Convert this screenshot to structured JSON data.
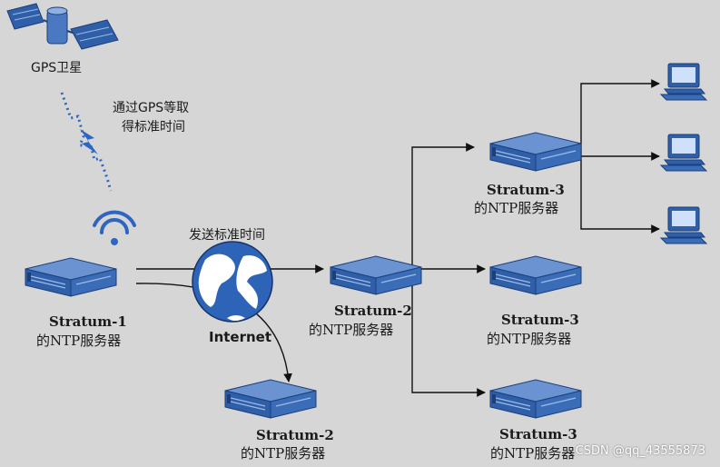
{
  "labels": {
    "gps_satellite": "GPS卫星",
    "gps_note_line1": "通过GPS等取",
    "gps_note_line2": "得标准时间",
    "send_time": "发送标准时间",
    "internet": "Internet",
    "stratum1_line1": "Stratum-1",
    "stratum1_line2": "的NTP服务器",
    "stratum2_mid_line1": "Stratum-2",
    "stratum2_mid_line2": "的NTP服务器",
    "stratum2_bottom_line1": "Stratum-2",
    "stratum2_bottom_line2": "的NTP服务器",
    "stratum3_top_line1": "Stratum-3",
    "stratum3_top_line2": "的NTP服务器",
    "stratum3_mid_line1": "Stratum-3",
    "stratum3_mid_line2": "的NTP服务器",
    "stratum3_bottom_line1": "Stratum-3",
    "stratum3_bottom_line2": "的NTP服务器"
  },
  "watermark": "CSDN @qq_43555873",
  "colors": {
    "background": "#d6d6d6",
    "server_top": "#5a86c9",
    "server_front": "#2f5fa8",
    "globe": "#2e64b8",
    "line": "#111111"
  },
  "icons": [
    "satellite-icon",
    "lightning-icon",
    "wifi-icon",
    "server-icon",
    "globe-icon",
    "computer-icon"
  ]
}
